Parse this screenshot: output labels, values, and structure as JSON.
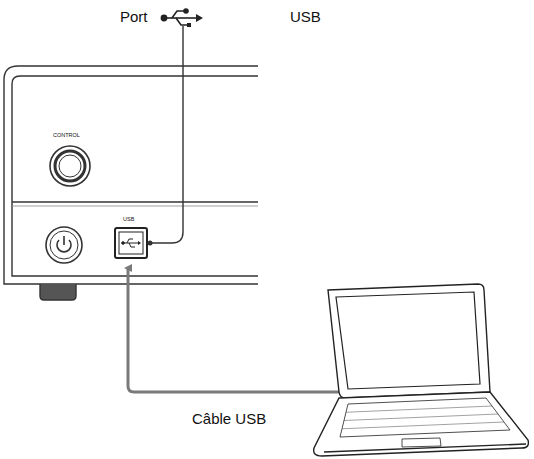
{
  "diagram": {
    "labels": [
      "Port",
      "USB",
      "CONTROL",
      "USB",
      "Câble USB"
    ]
  }
}
